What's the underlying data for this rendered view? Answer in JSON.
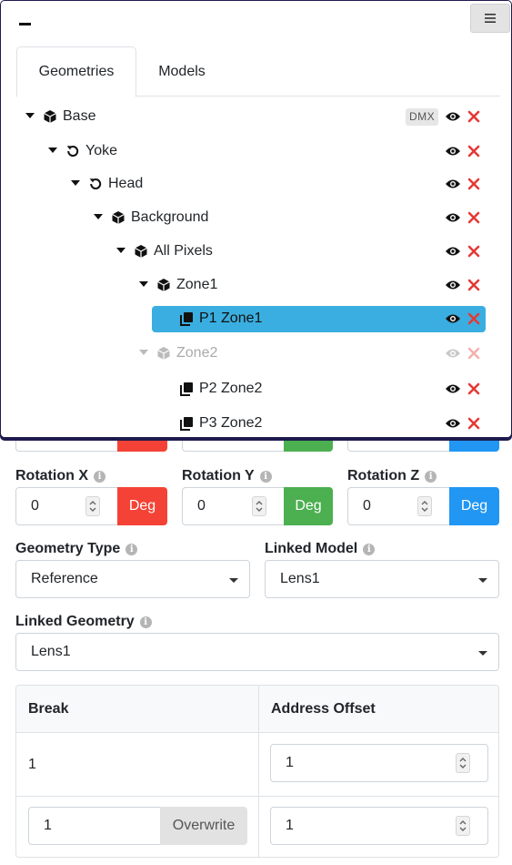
{
  "panel": {
    "tabs": [
      {
        "label": "Geometries",
        "active": true
      },
      {
        "label": "Models",
        "active": false
      }
    ],
    "tree": [
      {
        "label": "Base",
        "icon": "cube-icon",
        "badge": "DMX",
        "depth": 0,
        "expanded": true,
        "selected": false,
        "dimmed": false
      },
      {
        "label": "Yoke",
        "icon": "rotate-icon",
        "badge": "",
        "depth": 1,
        "expanded": true,
        "selected": false,
        "dimmed": false
      },
      {
        "label": "Head",
        "icon": "rotate-icon",
        "badge": "",
        "depth": 2,
        "expanded": true,
        "selected": false,
        "dimmed": false
      },
      {
        "label": "Background",
        "icon": "cube-icon",
        "badge": "",
        "depth": 3,
        "expanded": true,
        "selected": false,
        "dimmed": false
      },
      {
        "label": "All Pixels",
        "icon": "cube-icon",
        "badge": "",
        "depth": 4,
        "expanded": true,
        "selected": false,
        "dimmed": false
      },
      {
        "label": "Zone1",
        "icon": "cube-icon",
        "badge": "",
        "depth": 5,
        "expanded": true,
        "selected": false,
        "dimmed": false
      },
      {
        "label": "P1 Zone1",
        "icon": "copy-icon",
        "badge": "",
        "depth": 6,
        "expanded": false,
        "selected": true,
        "dimmed": false
      },
      {
        "label": "Zone2",
        "icon": "cube-icon",
        "badge": "",
        "depth": 5,
        "expanded": true,
        "selected": false,
        "dimmed": true
      },
      {
        "label": "P2 Zone2",
        "icon": "copy-icon",
        "badge": "",
        "depth": 6,
        "expanded": false,
        "selected": false,
        "dimmed": false
      },
      {
        "label": "P3 Zone2",
        "icon": "copy-icon",
        "badge": "",
        "depth": 6,
        "expanded": false,
        "selected": false,
        "dimmed": false
      }
    ]
  },
  "form": {
    "rotation": [
      {
        "label": "Rotation X",
        "value": "0",
        "unit": "Deg",
        "color": "#f44336"
      },
      {
        "label": "Rotation Y",
        "value": "0",
        "unit": "Deg",
        "color": "#4caf50"
      },
      {
        "label": "Rotation Z",
        "value": "0",
        "unit": "Deg",
        "color": "#2196f3"
      }
    ],
    "geometry_type": {
      "label": "Geometry Type",
      "value": "Reference"
    },
    "linked_model": {
      "label": "Linked Model",
      "value": "Lens1"
    },
    "linked_geometry": {
      "label": "Linked Geometry",
      "value": "Lens1"
    },
    "table": {
      "headers": [
        "Break",
        "Address Offset"
      ],
      "rows": [
        {
          "break": "1",
          "offset": "1"
        },
        {
          "break": "1",
          "offset": "1",
          "overwrite_label": "Overwrite"
        }
      ]
    }
  },
  "colors": {
    "selected": "#3aaee0",
    "delete": "#e53935",
    "panel_border": "#1e1a4d"
  }
}
